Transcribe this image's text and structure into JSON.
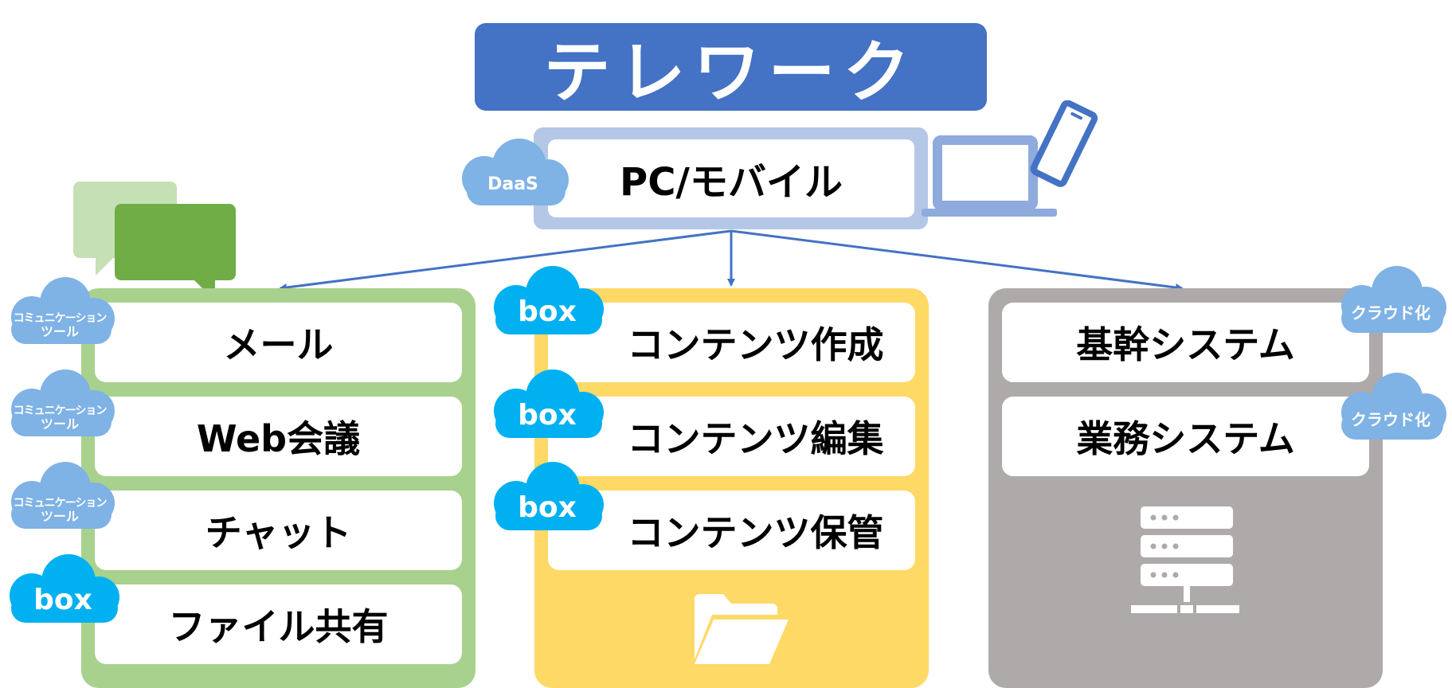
{
  "title": "テレワーク",
  "device": {
    "label": "PC/モバイル",
    "badge": "DaaS"
  },
  "columns": [
    {
      "items": [
        {
          "label": "メール",
          "badge": [
            "コミュニケーション",
            "ツール"
          ]
        },
        {
          "label": "Web会議",
          "badge": [
            "コミュニケーション",
            "ツール"
          ]
        },
        {
          "label": "チャット",
          "badge": [
            "コミュニケーション",
            "ツール"
          ]
        },
        {
          "label": "ファイル共有",
          "badge": [
            "box"
          ]
        }
      ]
    },
    {
      "items": [
        {
          "label": "コンテンツ作成",
          "badge": [
            "box"
          ]
        },
        {
          "label": "コンテンツ編集",
          "badge": [
            "box"
          ]
        },
        {
          "label": "コンテンツ保管",
          "badge": []
        }
      ]
    },
    {
      "items": [
        {
          "label": "基幹システム",
          "badge": [
            "クラウド化"
          ]
        },
        {
          "label": "業務システム",
          "badge": [
            "クラウド化"
          ]
        }
      ]
    }
  ],
  "colors": {
    "title": "#4472c4",
    "device_frame": "#b4c7e7",
    "column1": "#a9d18e",
    "column2": "#ffd966",
    "column3": "#aeaaaa",
    "arrow": "#4472c4",
    "cloud_light": "#7fb2e5",
    "cloud_box": "#00b0f0"
  },
  "icons": {
    "device": [
      "laptop-icon",
      "smartphone-icon"
    ],
    "column1": "speech-bubbles-icon",
    "column2": "folder-icon",
    "column3": "server-icon"
  }
}
